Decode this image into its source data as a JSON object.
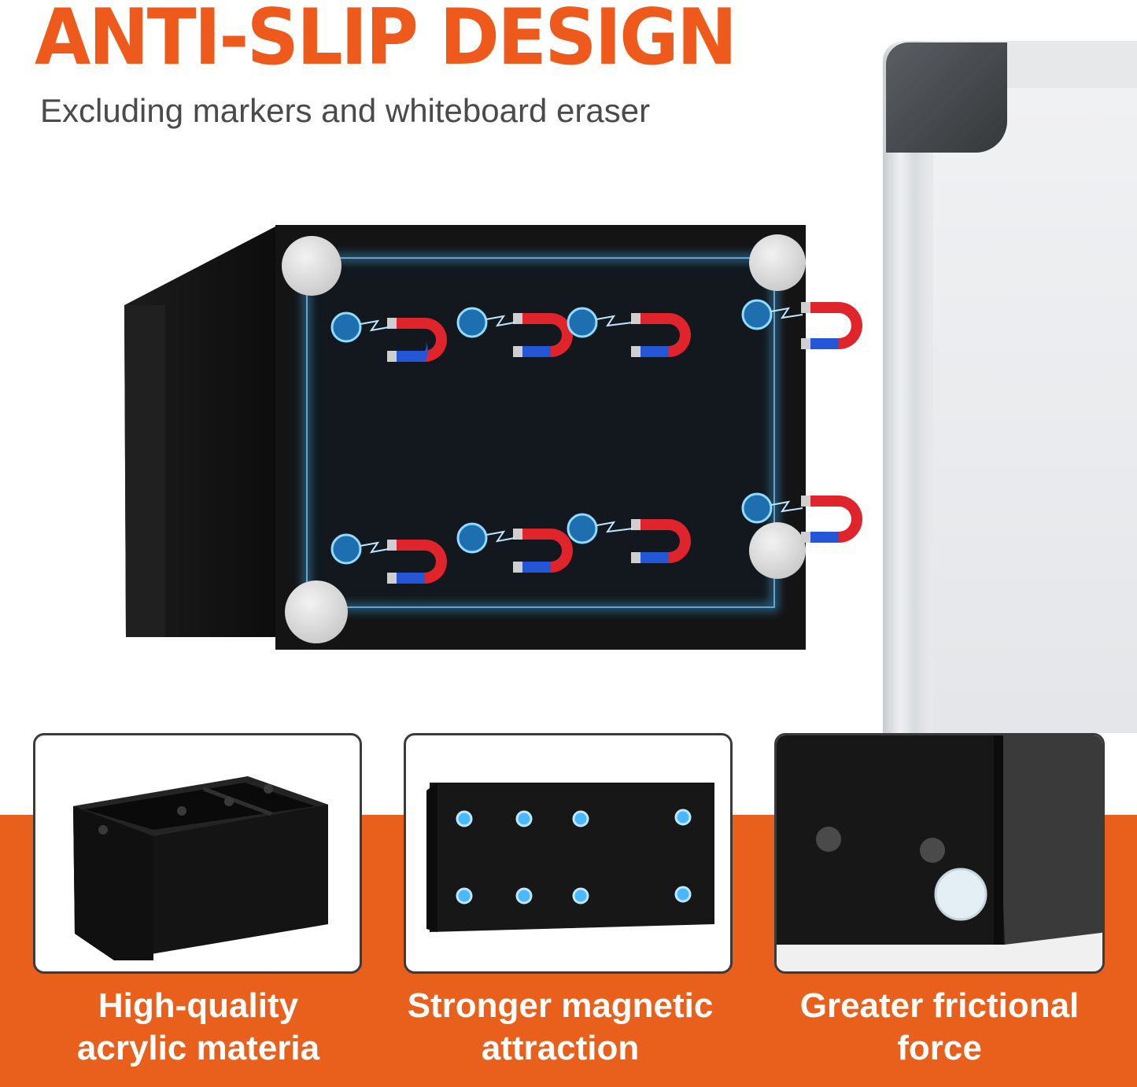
{
  "header": {
    "title": "ANTI-SLIP DESIGN",
    "subtitle": "Excluding markers and whiteboard eraser"
  },
  "colors": {
    "accent": "#e8601c",
    "title": "#ee5a1b",
    "product": "#161616",
    "glow": "#3fb0ff",
    "magnet_red": "#e0242b",
    "magnet_blue": "#2456d8"
  },
  "features": [
    {
      "line1": "High-quality",
      "line2": "acrylic materia",
      "icon": "pen-holder-icon"
    },
    {
      "line1": "Stronger magnetic",
      "line2": "attraction",
      "icon": "magnet-dots-icon"
    },
    {
      "line1": "Greater frictional",
      "line2": "force",
      "icon": "anti-slip-pad-icon"
    }
  ]
}
